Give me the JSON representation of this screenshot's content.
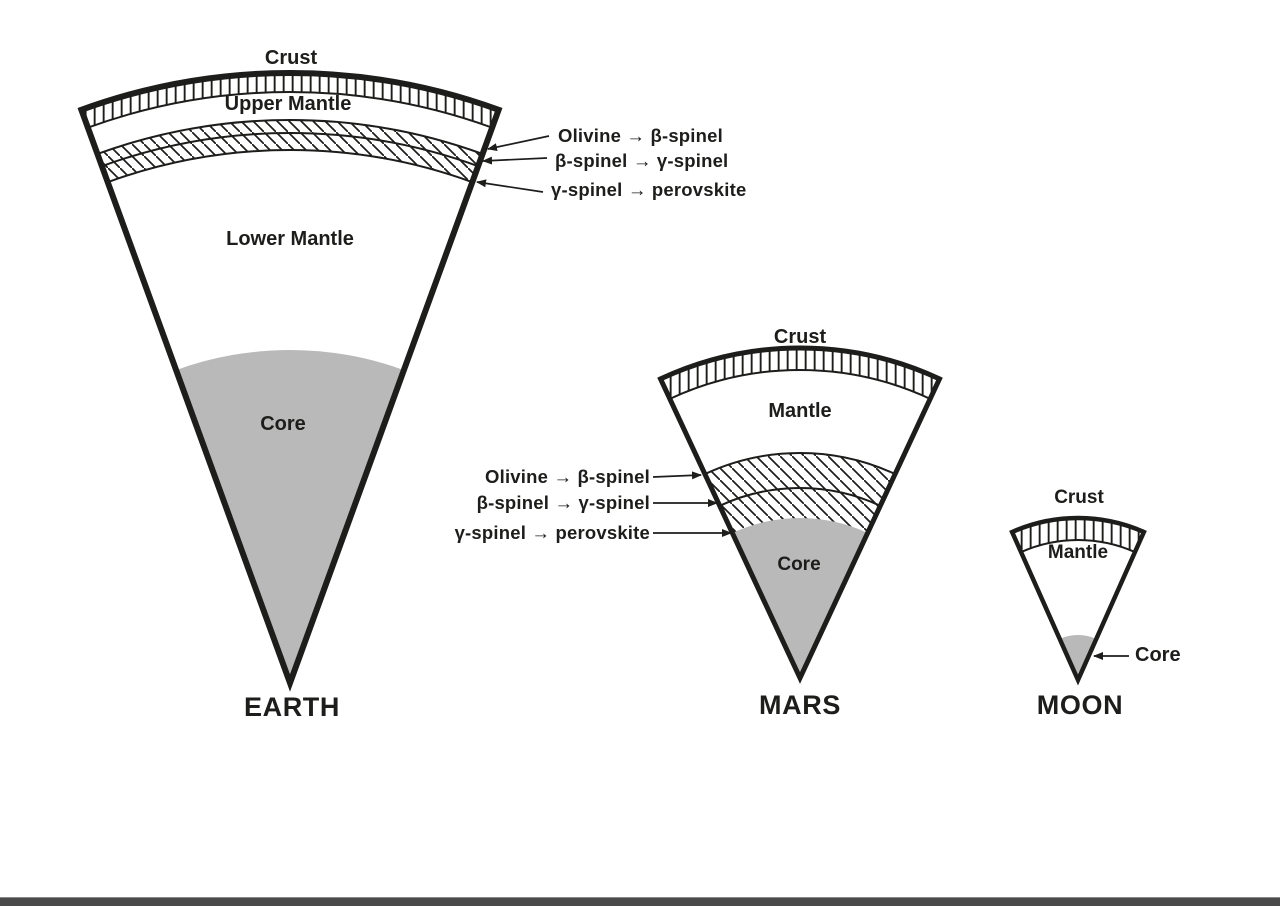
{
  "earth": {
    "name": "EARTH",
    "layers": {
      "crust": "Crust",
      "upper_mantle": "Upper Mantle",
      "lower_mantle": "Lower Mantle",
      "core": "Core"
    },
    "annotations": [
      "Olivine → β-spinel",
      "β-spinel → γ-spinel",
      "γ-spinel → perovskite"
    ]
  },
  "mars": {
    "name": "MARS",
    "layers": {
      "crust": "Crust",
      "mantle": "Mantle",
      "core": "Core"
    },
    "annotations": [
      "Olivine → β-spinel",
      "β-spinel → γ-spinel",
      "γ-spinel → perovskite"
    ]
  },
  "moon": {
    "name": "MOON",
    "layers": {
      "crust": "Crust",
      "mantle": "Mantle",
      "core": "Core"
    }
  },
  "colors": {
    "outline": "#1d1d1b",
    "core_fill": "#b9b9b9",
    "footer_bar": "#4a4a4a"
  }
}
